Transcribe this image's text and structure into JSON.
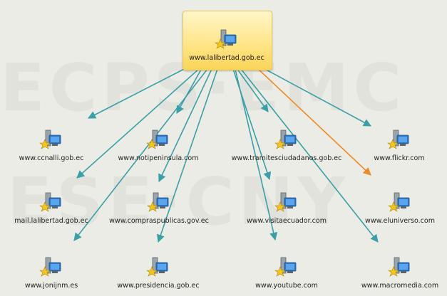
{
  "root": {
    "label": "www.lalibertad.gob.ec",
    "icon": "server-computer-icon"
  },
  "nodes": [
    {
      "id": "ccnalli",
      "label": "www.ccnalli.gob.ec",
      "icon": "server-computer-icon"
    },
    {
      "id": "notipeninsula",
      "label": "www.notipeninsula.com",
      "icon": "server-computer-icon"
    },
    {
      "id": "tramitesciudadanos",
      "label": "www.tramitesciudadanos.gob.ec",
      "icon": "server-computer-icon"
    },
    {
      "id": "flickr",
      "label": "www.flickr.com",
      "icon": "server-computer-icon"
    },
    {
      "id": "mail",
      "label": "mail.lalibertad.gob.ec",
      "icon": "server-computer-icon"
    },
    {
      "id": "compraspublicas",
      "label": "www.compraspublicas.gov.ec",
      "icon": "server-computer-icon"
    },
    {
      "id": "visitaecuador",
      "label": "www.visitaecuador.com",
      "icon": "server-computer-icon"
    },
    {
      "id": "eluniverso",
      "label": "www.eluniverso.com",
      "icon": "server-computer-icon"
    },
    {
      "id": "jonijnm",
      "label": "www.jonijnm.es",
      "icon": "server-computer-icon"
    },
    {
      "id": "presidencia",
      "label": "www.presidencia.gob.ec",
      "icon": "server-computer-icon"
    },
    {
      "id": "youtube",
      "label": "www.youtube.com",
      "icon": "server-computer-icon"
    },
    {
      "id": "macromedia",
      "label": "www.macromedia.com",
      "icon": "server-computer-icon"
    }
  ],
  "edges": [
    {
      "to": "ccnalli",
      "color": "#3aa0a8"
    },
    {
      "to": "notipeninsula",
      "color": "#3aa0a8"
    },
    {
      "to": "tramitesciudadanos",
      "color": "#3aa0a8"
    },
    {
      "to": "flickr",
      "color": "#3aa0a8"
    },
    {
      "to": "mail",
      "color": "#3aa0a8"
    },
    {
      "to": "compraspublicas",
      "color": "#3aa0a8"
    },
    {
      "to": "visitaecuador",
      "color": "#3aa0a8"
    },
    {
      "to": "eluniverso",
      "color": "#f08a24"
    },
    {
      "to": "jonijnm",
      "color": "#3aa0a8"
    },
    {
      "to": "presidencia",
      "color": "#3aa0a8"
    },
    {
      "to": "youtube",
      "color": "#3aa0a8"
    },
    {
      "to": "macromedia",
      "color": "#3aa0a8"
    }
  ],
  "colors": {
    "edge": "#3aa0a8",
    "highlight_edge": "#f08a24",
    "root_fill": "#ffe68a"
  }
}
